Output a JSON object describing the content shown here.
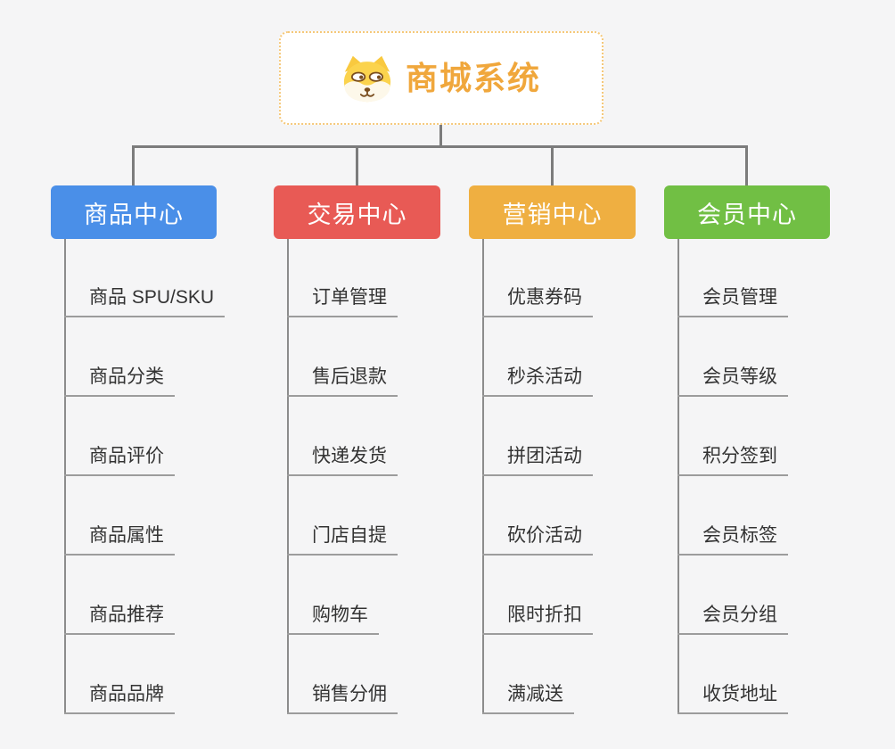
{
  "root": {
    "title": "商城系统",
    "icon": "shiba-dog-icon",
    "accent_color": "#F0A73C",
    "border_color": "#F5C879"
  },
  "branches": [
    {
      "label": "商品中心",
      "color": "#4A8FE8",
      "children": [
        "商品 SPU/SKU",
        "商品分类",
        "商品评价",
        "商品属性",
        "商品推荐",
        "商品品牌"
      ]
    },
    {
      "label": "交易中心",
      "color": "#E85A55",
      "children": [
        "订单管理",
        "售后退款",
        "快递发货",
        "门店自提",
        "购物车",
        "销售分佣"
      ]
    },
    {
      "label": "营销中心",
      "color": "#EFAF41",
      "children": [
        "优惠券码",
        "秒杀活动",
        "拼团活动",
        "砍价活动",
        "限时折扣",
        "满减送"
      ]
    },
    {
      "label": "会员中心",
      "color": "#71BF44",
      "children": [
        "会员管理",
        "会员等级",
        "积分签到",
        "会员标签",
        "会员分组",
        "收货地址"
      ]
    }
  ],
  "style": {
    "background": "#F5F5F6",
    "connector_color": "#7C7C7C",
    "leaf_line_color": "#9C9C9C",
    "leaf_text_color": "#333333"
  }
}
